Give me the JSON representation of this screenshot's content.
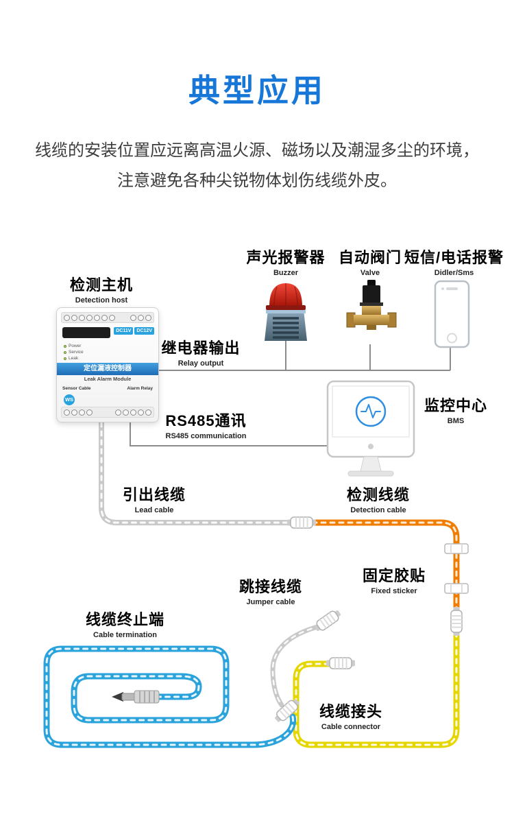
{
  "header": {
    "title": "典型应用",
    "desc_line1": "线缆的安装位置应远离高温火源、磁场以及潮湿多尘的环境，",
    "desc_line2": "注意避免各种尖锐物体划伤线缆外皮。"
  },
  "labels": {
    "detection_host": {
      "cn": "检测主机",
      "en": "Detection host"
    },
    "buzzer": {
      "cn": "声光报警器",
      "en": "Buzzer"
    },
    "valve": {
      "cn": "自动阀门",
      "en": "Valve"
    },
    "sms": {
      "cn": "短信/电话报警",
      "en": "Didler/Sms"
    },
    "relay": {
      "cn": "继电器输出",
      "en": "Relay output"
    },
    "monitor": {
      "cn": "监控中心",
      "en": "BMS"
    },
    "rs485": {
      "cn": "RS485通讯",
      "en": "RS485 communication"
    },
    "lead_cable": {
      "cn": "引出线缆",
      "en": "Lead cable"
    },
    "detection_cable": {
      "cn": "检测线缆",
      "en": "Detection cable"
    },
    "jumper_cable": {
      "cn": "跳接线缆",
      "en": "Jumper cable"
    },
    "fixed_sticker": {
      "cn": "固定胶贴",
      "en": "Fixed sticker"
    },
    "cable_termination": {
      "cn": "线缆终止端",
      "en": "Cable termination"
    },
    "cable_connector": {
      "cn": "线缆接头",
      "en": "Cable connector"
    }
  },
  "device": {
    "name_cn": "定位漏液控制器",
    "name_en": "Leak Alarm Module",
    "logo": "WS",
    "port_left": "Sensor Cable",
    "port_right": "Alarm Relay",
    "chip1": "DC11V",
    "chip2": "DC12V",
    "leds": [
      "Power",
      "Service",
      "Leak"
    ]
  },
  "colors": {
    "accent_blue": "#1677d8",
    "cable_orange": "#f07c00",
    "cable_yellow": "#e5d600",
    "cable_blue": "#2aa3dc",
    "cable_gray": "#c9c9c9",
    "line_gray": "#8c8c8c"
  }
}
